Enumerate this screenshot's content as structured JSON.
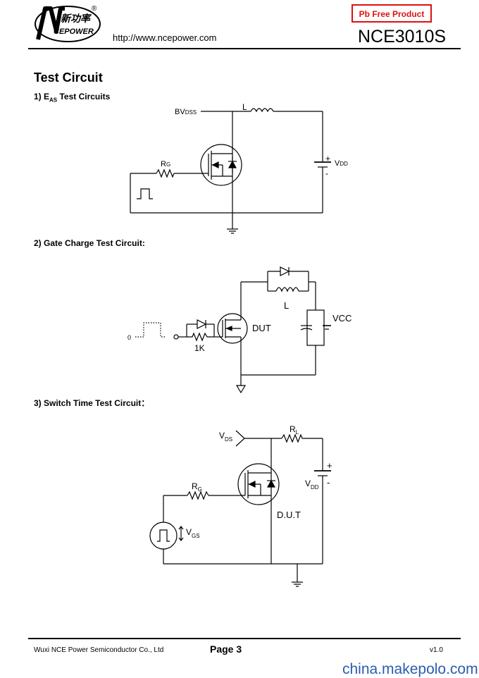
{
  "header": {
    "logo_text": "新功率",
    "logo_sub": "CEPOWER",
    "logo_initial": "N",
    "registered": "®",
    "url": "http://www.ncepower.com",
    "badge": "Pb Free Product",
    "part_number": "NCE3010S"
  },
  "title": "Test Circuit",
  "sections": {
    "eas": {
      "number": "1) E",
      "sub": "AS",
      "rest": " Test Circuits"
    },
    "gate_charge": {
      "label": "2) Gate Charge Test Circuit:"
    },
    "switch_time": {
      "label": "3) Switch Time Test Circuit："
    }
  },
  "circuit1": {
    "bvdss": "BV",
    "bvdss_sub": "DSS",
    "inductor": "L",
    "rg": "R",
    "rg_sub": "G",
    "plus": "+",
    "minus": "-",
    "vdd": "V",
    "vdd_sub": "DD"
  },
  "circuit2": {
    "zero": "0",
    "res": "1K",
    "dut": "DUT",
    "inductor": "L",
    "vcc": "VCC"
  },
  "circuit3": {
    "vds": "V",
    "vds_sub": "DS",
    "rl": "R",
    "rl_sub": "L",
    "plus": "+",
    "minus": "-",
    "vdd": "V",
    "vdd_sub": "DD",
    "rg": "R",
    "rg_sub": "G",
    "dut": "D.U.T",
    "vgs": "V",
    "vgs_sub": "GS"
  },
  "footer": {
    "company": "Wuxi NCE Power Semiconductor Co., Ltd",
    "page": "Page 3",
    "version": "v1.0"
  },
  "watermark": "china.makepolo.com",
  "colors": {
    "badge": "#dd1111",
    "watermark": "#2a5db0"
  }
}
